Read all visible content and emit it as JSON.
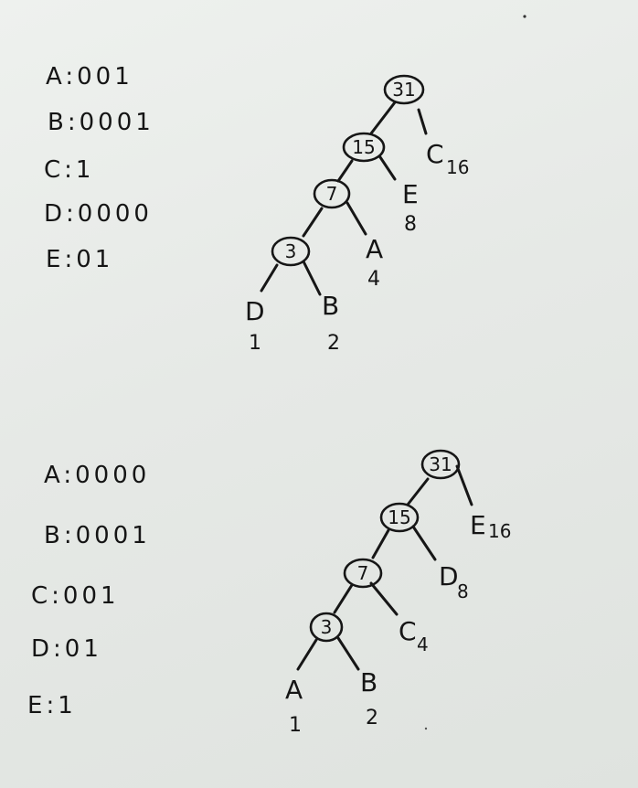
{
  "trees": [
    {
      "codes": [
        {
          "letter": "A",
          "sep": ":",
          "code": "001"
        },
        {
          "letter": "B",
          "sep": ":",
          "code": "0001"
        },
        {
          "letter": "C",
          "sep": ":",
          "code": "1"
        },
        {
          "letter": "D",
          "sep": ":",
          "code": "0000"
        },
        {
          "letter": "E",
          "sep": ":",
          "code": "01"
        }
      ],
      "internal_nodes": [
        "31",
        "15",
        "7",
        "3"
      ],
      "leaves": [
        {
          "label": "C",
          "weight": "16"
        },
        {
          "label": "E",
          "weight": "8"
        },
        {
          "label": "A",
          "weight": "4"
        },
        {
          "label": "D",
          "weight": "1"
        },
        {
          "label": "B",
          "weight": "2"
        }
      ]
    },
    {
      "codes": [
        {
          "letter": "A",
          "sep": ":",
          "code": "0000"
        },
        {
          "letter": "B",
          "sep": ":",
          "code": "0001"
        },
        {
          "letter": "C",
          "sep": ":",
          "code": "001"
        },
        {
          "letter": "D",
          "sep": ":",
          "code": "01"
        },
        {
          "letter": "E",
          "sep": ":",
          "code": "1"
        }
      ],
      "internal_nodes": [
        "31",
        "15",
        "7",
        "3"
      ],
      "leaves": [
        {
          "label": "E",
          "weight": "16"
        },
        {
          "label": "D",
          "weight": "8"
        },
        {
          "label": "C",
          "weight": "4"
        },
        {
          "label": "A",
          "weight": "1"
        },
        {
          "label": "B",
          "weight": "2"
        }
      ]
    }
  ]
}
